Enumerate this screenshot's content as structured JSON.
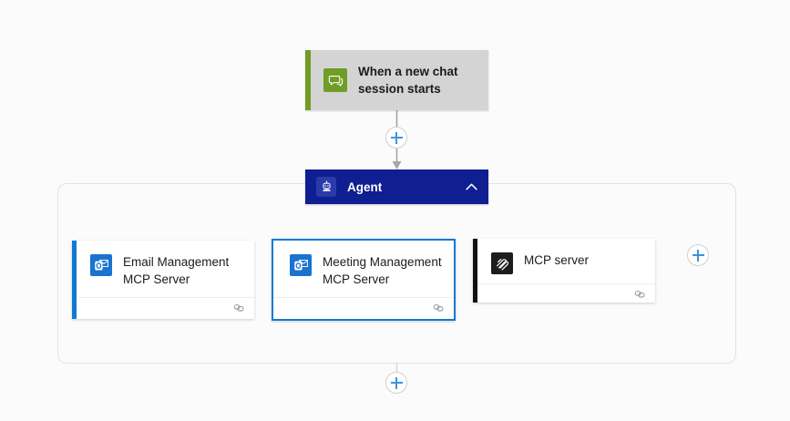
{
  "canvas": {
    "background_color": "#fbfbfb"
  },
  "trigger": {
    "title": "When a new chat session starts",
    "icon": "copilot-chat-icon",
    "accent_color": "#6f9d25",
    "background_color": "#d4d4d4"
  },
  "agent": {
    "title": "Agent",
    "icon": "agent-robot-icon",
    "collapse_icon": "chevron-up-icon",
    "background_color": "#0f1f91",
    "text_color": "#ffffff"
  },
  "tools": [
    {
      "title": "Email Management MCP Server",
      "icon": "outlook-icon",
      "accent_color": "#0f7ad4",
      "selected": false,
      "footer_icon": "connection-icon"
    },
    {
      "title": "Meeting Management MCP Server",
      "icon": "outlook-icon",
      "accent_color": "#0f7ad4",
      "selected": true,
      "footer_icon": "connection-icon"
    },
    {
      "title": "MCP server",
      "icon": "mcp-icon",
      "accent_color": "#111111",
      "selected": false,
      "footer_icon": "connection-icon"
    }
  ],
  "buttons": {
    "add_between_trigger_agent": "+",
    "add_tool": "+",
    "add_after_agent": "+",
    "accent_color": "#3b94dd"
  }
}
